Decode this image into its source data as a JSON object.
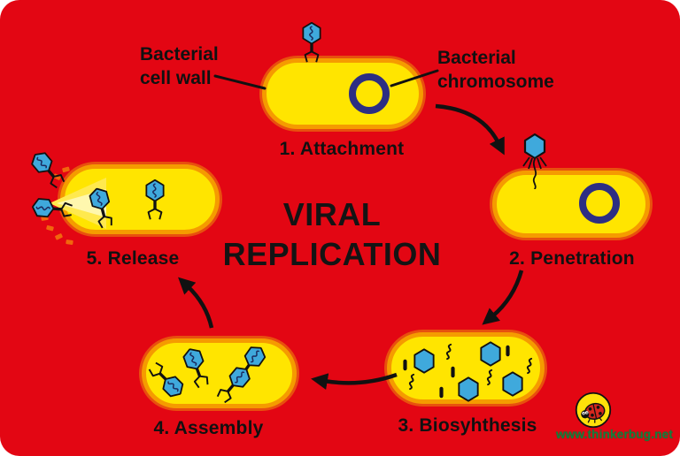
{
  "title": {
    "line1": "VIRAL",
    "line2": "REPLICATION"
  },
  "labels": {
    "cell_wall": "Bacterial\ncell wall",
    "chromosome": "Bacterial\nchromosome"
  },
  "stages": [
    {
      "label": "1. Attachment"
    },
    {
      "label": "2. Penetration"
    },
    {
      "label": "3. Biosyhthesis"
    },
    {
      "label": "4. Assembly"
    },
    {
      "label": "5. Release"
    }
  ],
  "watermark": {
    "site": "www.thinkerbug.net"
  },
  "icons": {
    "phage": "bacteriophage-icon",
    "logo": "ladybug-logo-icon"
  },
  "colors": {
    "background_red": "#e30613",
    "cell_yellow": "#ffe500",
    "cell_rim_orange": "#f59b00",
    "cell_rim_deep": "#e8500e",
    "chromosome_ring": "#2d2e83",
    "phage_head_blue": "#3fa9dc",
    "text_black": "#111111",
    "watermark_green": "#157f3c"
  }
}
